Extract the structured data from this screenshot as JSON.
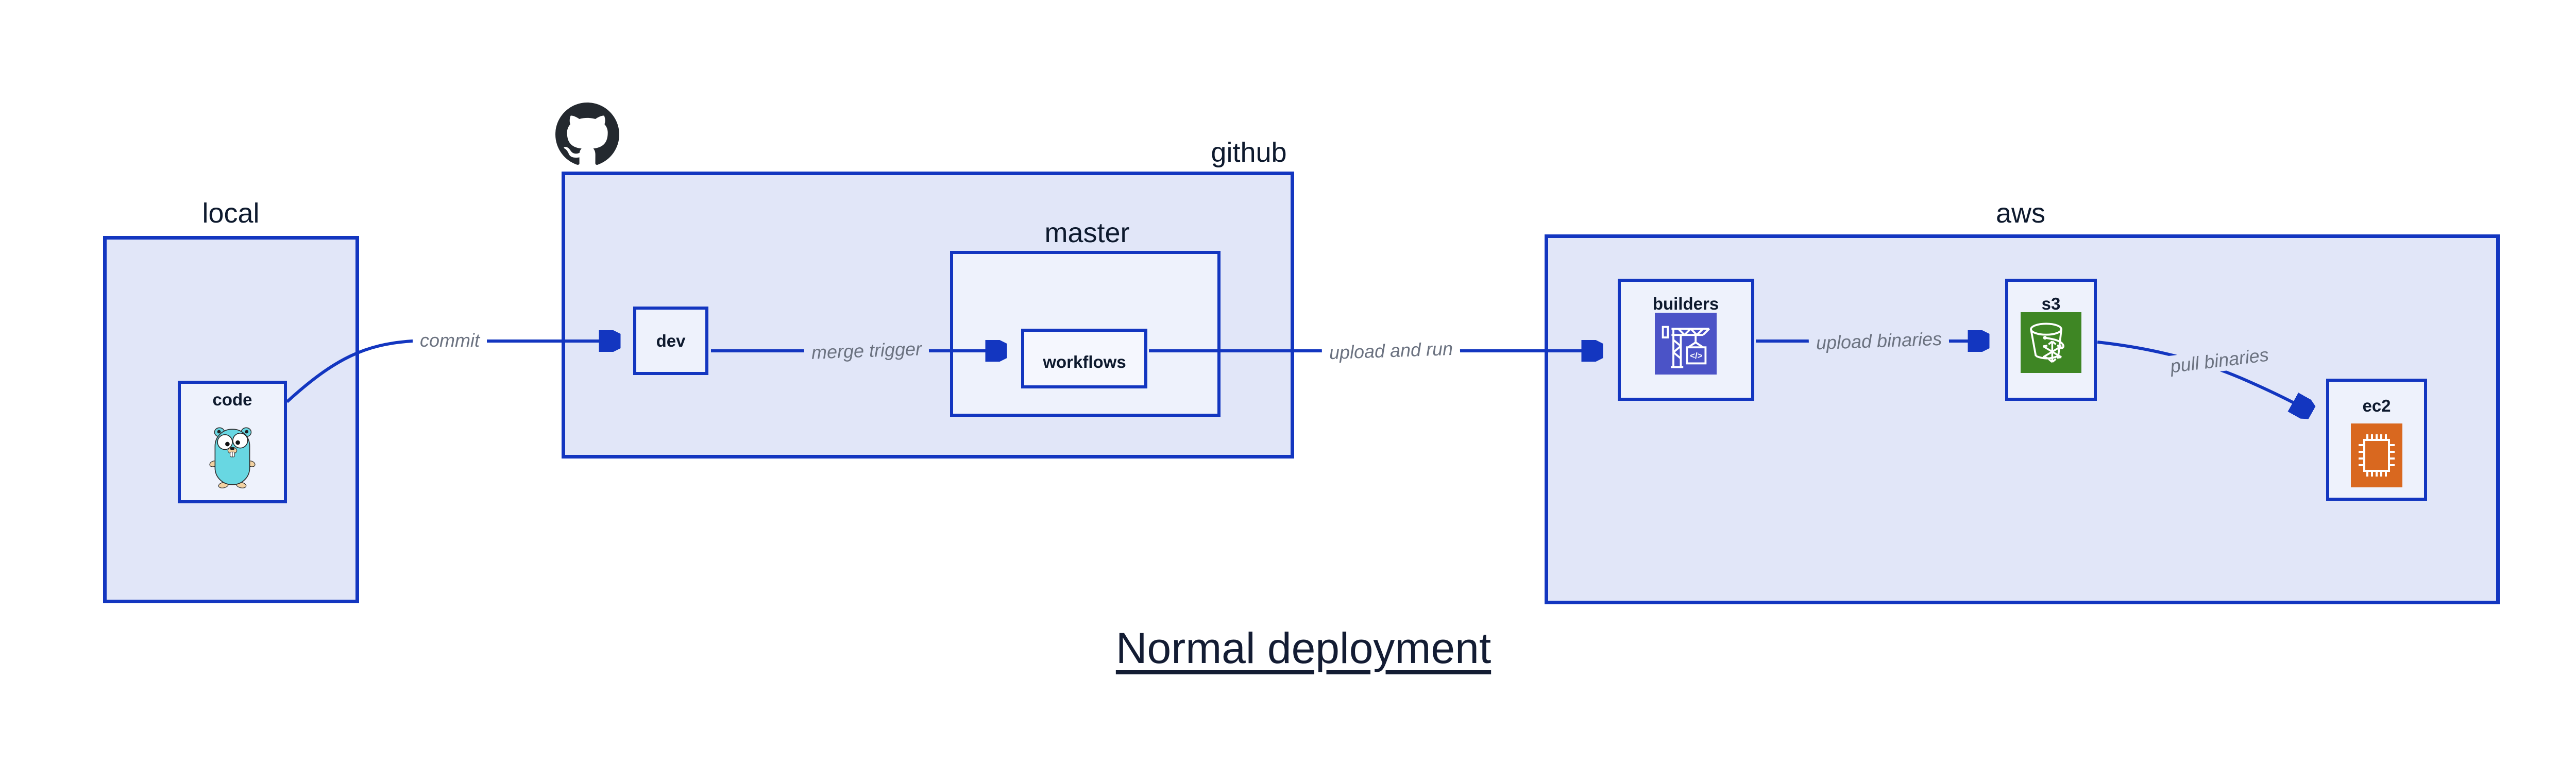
{
  "title": {
    "text": "Normal deployment"
  },
  "groups": {
    "local": {
      "label": "local"
    },
    "github": {
      "label": "github"
    },
    "master": {
      "label": "master"
    },
    "aws": {
      "label": "aws"
    }
  },
  "nodes": {
    "code": {
      "label": "code",
      "icon": "go-gopher-icon"
    },
    "dev": {
      "label": "dev"
    },
    "workflows": {
      "label": "workflows"
    },
    "builders": {
      "label": "builders",
      "icon": "codebuild-crane-icon",
      "icon_text": "</>"
    },
    "s3": {
      "label": "s3",
      "icon": "s3-glacier-bucket-icon"
    },
    "ec2": {
      "label": "ec2",
      "icon": "ec2-chip-icon"
    }
  },
  "edges": {
    "commit": {
      "label": "commit"
    },
    "merge_trigger": {
      "label": "merge trigger"
    },
    "upload_and_run": {
      "label": "upload and run"
    },
    "upload_binaries": {
      "label": "upload binaries"
    },
    "pull_binaries": {
      "label": "pull binaries"
    }
  },
  "icons": {
    "github_logo": "github-octocat-logo"
  },
  "colors": {
    "accent_blue": "#1336c0",
    "group_fill": "#e1e6f8",
    "node_fill": "#eef2fc",
    "workflows_fill": "#f5f7fe",
    "codebuild_purple": "#4b53c7",
    "glacier_green": "#3e8624",
    "ec2_orange": "#d9681f",
    "github_black": "#24292f",
    "gopher_teal": "#68d7e2",
    "label_dark": "#0e1a2e",
    "edge_label_gray": "#6b7280"
  }
}
